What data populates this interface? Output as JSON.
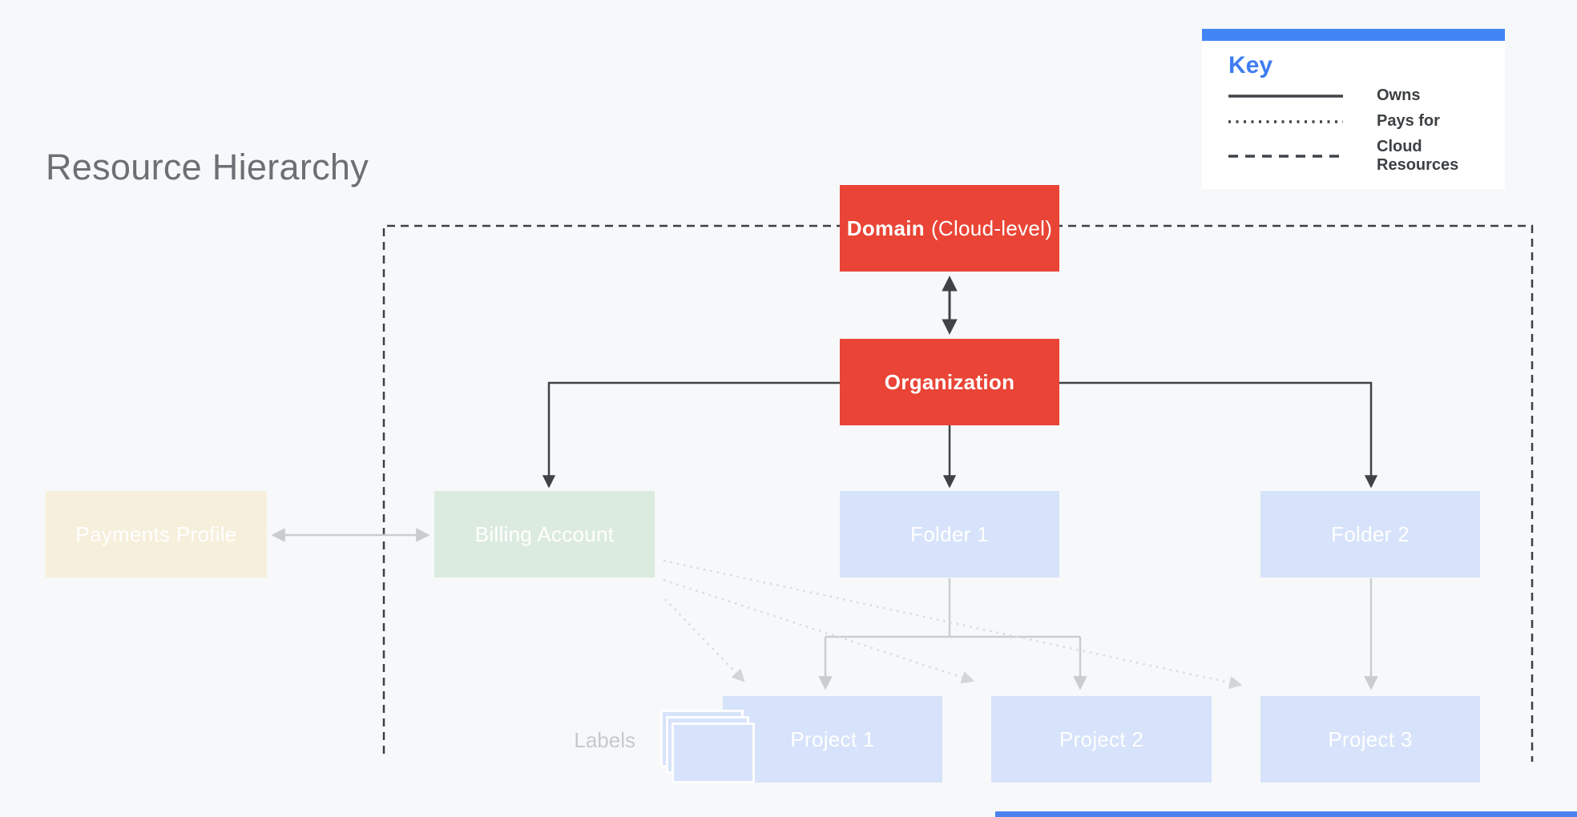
{
  "title": "Resource Hierarchy",
  "key": {
    "title": "Key",
    "items": [
      {
        "style": "solid",
        "label": "Owns"
      },
      {
        "style": "dotted",
        "label": "Pays for"
      },
      {
        "style": "dashed",
        "label": "Cloud Resources"
      }
    ]
  },
  "nodes": {
    "domain": {
      "label_bold": "Domain",
      "label_rest": "(Cloud-level)",
      "color": "#E94435"
    },
    "organization": {
      "label": "Organization",
      "color": "#E94435"
    },
    "payments_profile": {
      "label": "Payments Profile",
      "color": "#F6EFDC"
    },
    "billing_account": {
      "label": "Billing Account",
      "color": "#DCEBDF"
    },
    "folder1": {
      "label": "Folder 1",
      "color": "#D7E3FA"
    },
    "folder2": {
      "label": "Folder 2",
      "color": "#D7E3FA"
    },
    "project1": {
      "label": "Project 1",
      "color": "#D7E3FA"
    },
    "project2": {
      "label": "Project 2",
      "color": "#D7E3FA"
    },
    "project3": {
      "label": "Project 3",
      "color": "#D7E3FA"
    },
    "labels_caption": "Labels"
  },
  "edges": [
    {
      "from": "Domain",
      "to": "Organization",
      "relation": "owns",
      "bidirectional": true
    },
    {
      "from": "Organization",
      "to": "Billing Account",
      "relation": "owns",
      "bidirectional": false
    },
    {
      "from": "Organization",
      "to": "Folder 1",
      "relation": "owns",
      "bidirectional": false
    },
    {
      "from": "Organization",
      "to": "Folder 2",
      "relation": "owns",
      "bidirectional": false
    },
    {
      "from": "Payments Profile",
      "to": "Billing Account",
      "relation": "owns",
      "bidirectional": true
    },
    {
      "from": "Folder 1",
      "to": "Project 1",
      "relation": "owns",
      "bidirectional": false
    },
    {
      "from": "Folder 1",
      "to": "Project 2",
      "relation": "owns",
      "bidirectional": false
    },
    {
      "from": "Folder 2",
      "to": "Project 3",
      "relation": "owns",
      "bidirectional": false
    },
    {
      "from": "Billing Account",
      "to": "Project 1",
      "relation": "pays_for",
      "bidirectional": false
    },
    {
      "from": "Billing Account",
      "to": "Project 2",
      "relation": "pays_for",
      "bidirectional": false
    },
    {
      "from": "Billing Account",
      "to": "Project 3",
      "relation": "pays_for",
      "bidirectional": false
    }
  ],
  "boundary": {
    "meaning": "Cloud Resources",
    "style": "dashed",
    "encloses": [
      "Domain (Cloud-level)",
      "Organization",
      "Billing Account",
      "Folder 1",
      "Folder 2",
      "Project 1",
      "Project 2",
      "Project 3"
    ]
  },
  "colors": {
    "background": "#F7F8FA",
    "node_red": "#E94435",
    "node_blue": "#D7E3FA",
    "node_green": "#DCEBDF",
    "node_tan": "#F6EFDC",
    "key_accent_blue": "#4285F4",
    "key_title_blue": "#3E7DF0",
    "dark_line": "#3F4347",
    "gray_line": "#CACDD0",
    "dotted_line": "#D9DBDD",
    "title_gray": "#6C6F73"
  }
}
